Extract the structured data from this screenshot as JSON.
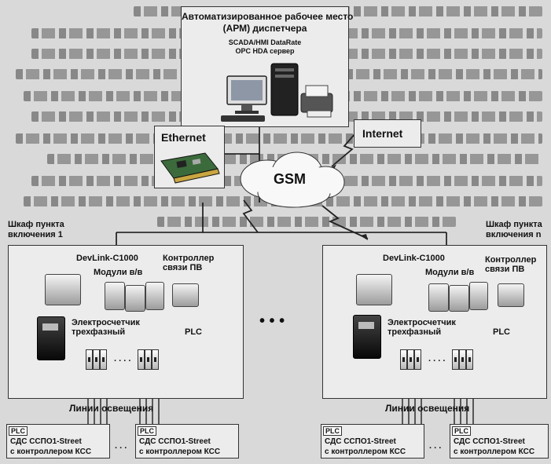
{
  "arm": {
    "title_line1": "Автоматизированное рабочее место",
    "title_line2": "(АРМ) диспетчера",
    "software_line1": "SCADA/HMI DataRate",
    "software_line2": "OPC HDA сервер"
  },
  "network": {
    "ethernet": "Ethernet",
    "internet": "Internet",
    "gsm": "GSM"
  },
  "cabinet_left": {
    "label_line1": "Шкаф пункта",
    "label_line2": "включения 1",
    "devlink": "DevLink-C1000",
    "modules": "Модули в/в",
    "controller_line1": "Контроллер",
    "controller_line2": "связи ПВ",
    "meter_line1": "Электросчетчик",
    "meter_line2": "трехфазный",
    "plc": "PLC",
    "dots": ". . . ."
  },
  "cabinet_right": {
    "label_line1": "Шкаф пункта",
    "label_line2": "включения n",
    "devlink": "DevLink-C1000",
    "modules": "Модули в/в",
    "controller_line1": "Контроллер",
    "controller_line2": "связи ПВ",
    "meter_line1": "Электросчетчик",
    "meter_line2": "трехфазный",
    "plc": "PLC",
    "dots": ". . . ."
  },
  "middle_dots": "• • •",
  "lighting": {
    "left": "Линии освещения",
    "right": "Линии освещения"
  },
  "lamps": [
    {
      "tag": "PLC",
      "line1": "СДС ССПО1-Street",
      "line2": "с контроллером КСС"
    },
    {
      "tag": "PLC",
      "line1": "СДС ССПО1-Street",
      "line2": "с контроллером КСС"
    },
    {
      "tag": "PLC",
      "line1": "СДС ССПО1-Street",
      "line2": "с контроллером КСС"
    },
    {
      "tag": "PLC",
      "line1": "СДС ССПО1-Street",
      "line2": "с контроллером КСС"
    }
  ],
  "lamp_dots": {
    "left": ". . .",
    "right": ". . ."
  }
}
